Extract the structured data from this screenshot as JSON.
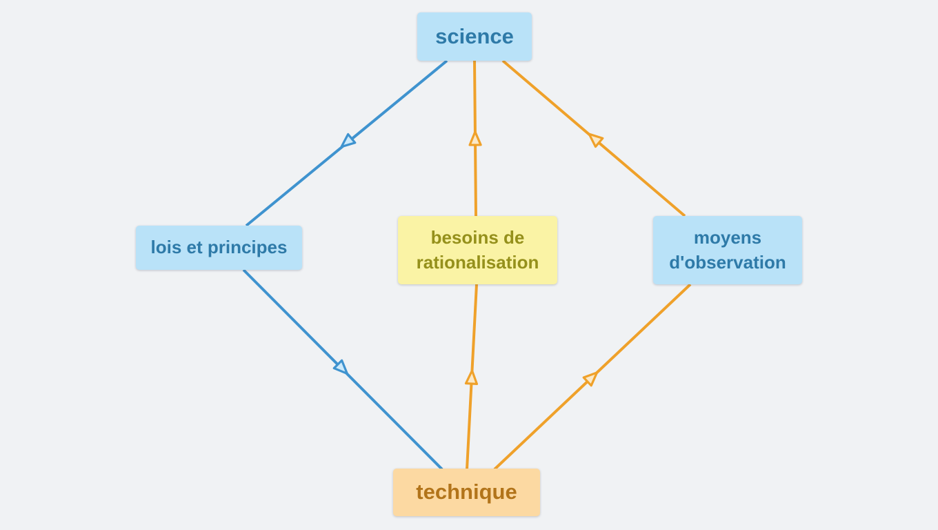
{
  "diagram": {
    "type": "concept-map",
    "nodes": [
      {
        "id": "science",
        "label": "science",
        "bg": "#b9e2f8",
        "text_color": "#2e7aa8"
      },
      {
        "id": "lois",
        "label": "lois et principes",
        "bg": "#b9e2f8",
        "text_color": "#2e7aa8"
      },
      {
        "id": "besoins",
        "label": "besoins de rationalisation",
        "bg": "#faf3a5",
        "text_color": "#95901b"
      },
      {
        "id": "moyens",
        "label": "moyens d'observation",
        "bg": "#b9e2f8",
        "text_color": "#2e7aa8"
      },
      {
        "id": "technique",
        "label": "technique",
        "bg": "#fcd9a2",
        "text_color": "#b2741a"
      }
    ],
    "edges": [
      {
        "from": "science",
        "to": "lois et principes",
        "color": "#3f93cf",
        "arrowhead": "hollow-triangle-midline"
      },
      {
        "from": "lois et principes",
        "to": "technique",
        "color": "#3f93cf",
        "arrowhead": "hollow-triangle-midline"
      },
      {
        "from": "technique",
        "to": "besoins de rationalisation",
        "color": "#efa12a",
        "arrowhead": "hollow-triangle-midline"
      },
      {
        "from": "besoins de rationalisation",
        "to": "science",
        "color": "#efa12a",
        "arrowhead": "hollow-triangle-midline"
      },
      {
        "from": "technique",
        "to": "moyens d'observation",
        "color": "#efa12a",
        "arrowhead": "hollow-triangle-midline"
      },
      {
        "from": "moyens d'observation",
        "to": "science",
        "color": "#efa12a",
        "arrowhead": "hollow-triangle-midline"
      }
    ],
    "colors": {
      "bg": "#f0f2f4",
      "edge-blue": "#3f93cf",
      "edge-blue-fill": "#cdeafb",
      "edge-orange": "#efa12a",
      "edge-orange-fill": "#fbe9c8",
      "node-blue-bg": "#b9e2f8",
      "node-blue-text": "#2e7aa8",
      "node-yellow-bg": "#faf3a5",
      "node-yellow-text": "#95901b",
      "node-orange-bg": "#fcd9a2",
      "node-orange-text": "#b2741a"
    }
  }
}
